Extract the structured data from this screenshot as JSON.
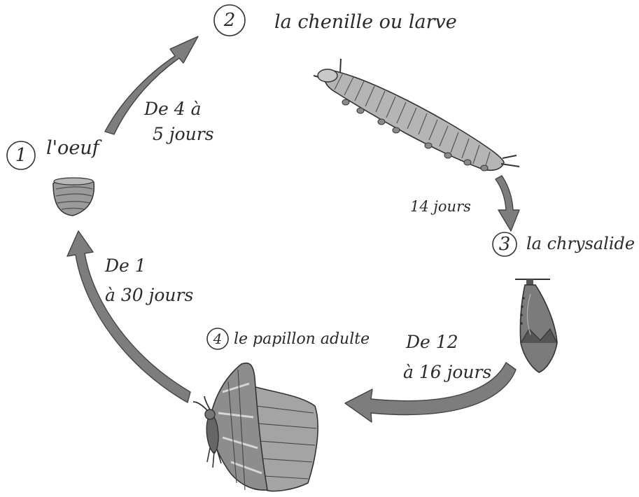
{
  "stages": [
    {
      "number": "1",
      "label": "l'oeuf"
    },
    {
      "number": "2",
      "label": "la chenille ou larve"
    },
    {
      "number": "3",
      "label": "la chrysalide"
    },
    {
      "number": "4",
      "label": "le papillon adulte"
    }
  ],
  "durations": {
    "egg_to_larva": [
      "De 4 à",
      "5 jours"
    ],
    "larva_to_pupa": [
      "14 jours"
    ],
    "pupa_to_adult": [
      "De 12",
      "à 16 jours"
    ],
    "adult_to_egg": [
      "De 1",
      "à 30 jours"
    ]
  },
  "icons": [
    "egg-icon",
    "caterpillar-icon",
    "chrysalis-icon",
    "butterfly-icon"
  ],
  "colors": {
    "arrow": "#7d7d7d",
    "outline": "#333333",
    "body": "#a9a9a9"
  }
}
